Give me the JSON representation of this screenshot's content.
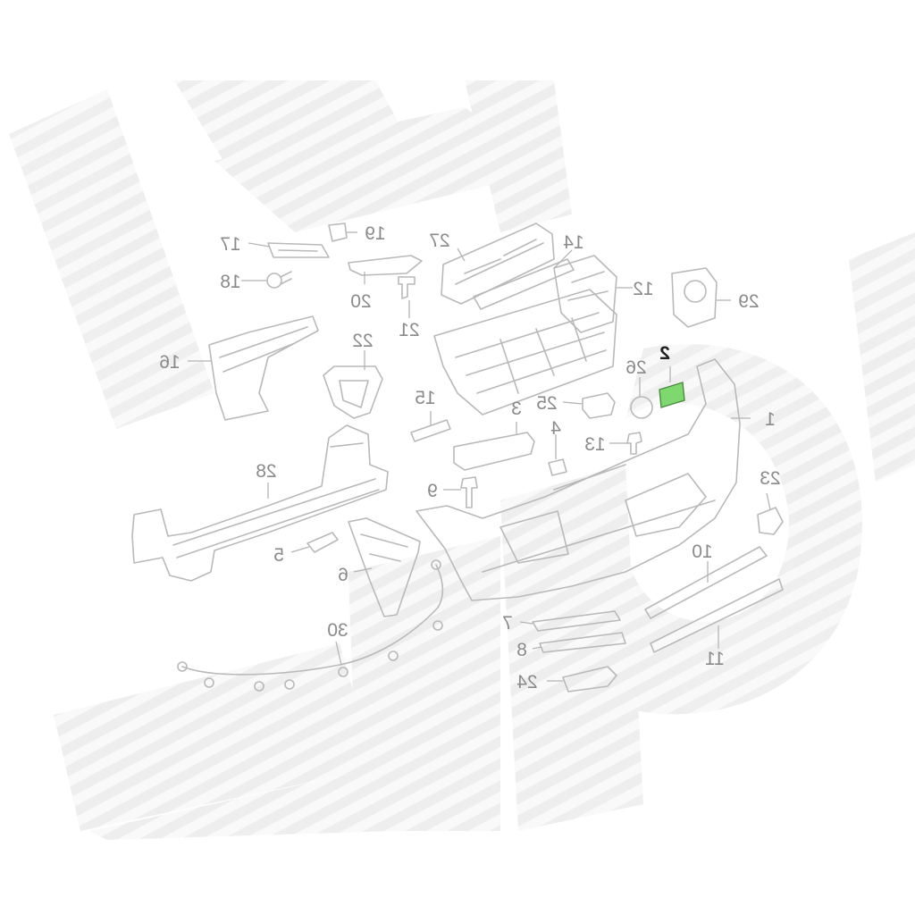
{
  "diagram": {
    "callouts": [
      {
        "id": "c1",
        "number": "1"
      },
      {
        "id": "c2",
        "number": "2",
        "highlighted": true
      },
      {
        "id": "c3",
        "number": "3"
      },
      {
        "id": "c4",
        "number": "4"
      },
      {
        "id": "c5",
        "number": "5"
      },
      {
        "id": "c6",
        "number": "6"
      },
      {
        "id": "c7",
        "number": "7"
      },
      {
        "id": "c8",
        "number": "8"
      },
      {
        "id": "c9",
        "number": "9"
      },
      {
        "id": "c10",
        "number": "10"
      },
      {
        "id": "c11",
        "number": "11"
      },
      {
        "id": "c12",
        "number": "12"
      },
      {
        "id": "c13",
        "number": "13"
      },
      {
        "id": "c14",
        "number": "14"
      },
      {
        "id": "c15",
        "number": "15"
      },
      {
        "id": "c16",
        "number": "16"
      },
      {
        "id": "c17",
        "number": "17"
      },
      {
        "id": "c18",
        "number": "18"
      },
      {
        "id": "c19",
        "number": "19"
      },
      {
        "id": "c20",
        "number": "20"
      },
      {
        "id": "c21",
        "number": "21"
      },
      {
        "id": "c22",
        "number": "22"
      },
      {
        "id": "c23",
        "number": "23"
      },
      {
        "id": "c24",
        "number": "24"
      },
      {
        "id": "c25",
        "number": "25"
      },
      {
        "id": "c26",
        "number": "26"
      },
      {
        "id": "c27",
        "number": "27"
      },
      {
        "id": "c28",
        "number": "28"
      },
      {
        "id": "c29",
        "number": "29"
      },
      {
        "id": "c30",
        "number": "30"
      }
    ],
    "colors": {
      "line": "#b9b9b9",
      "label": "#8a8a8a",
      "highlight_fill": "#7fd86f",
      "highlight_label": "#222222",
      "watermark": "#eeeeee"
    }
  }
}
